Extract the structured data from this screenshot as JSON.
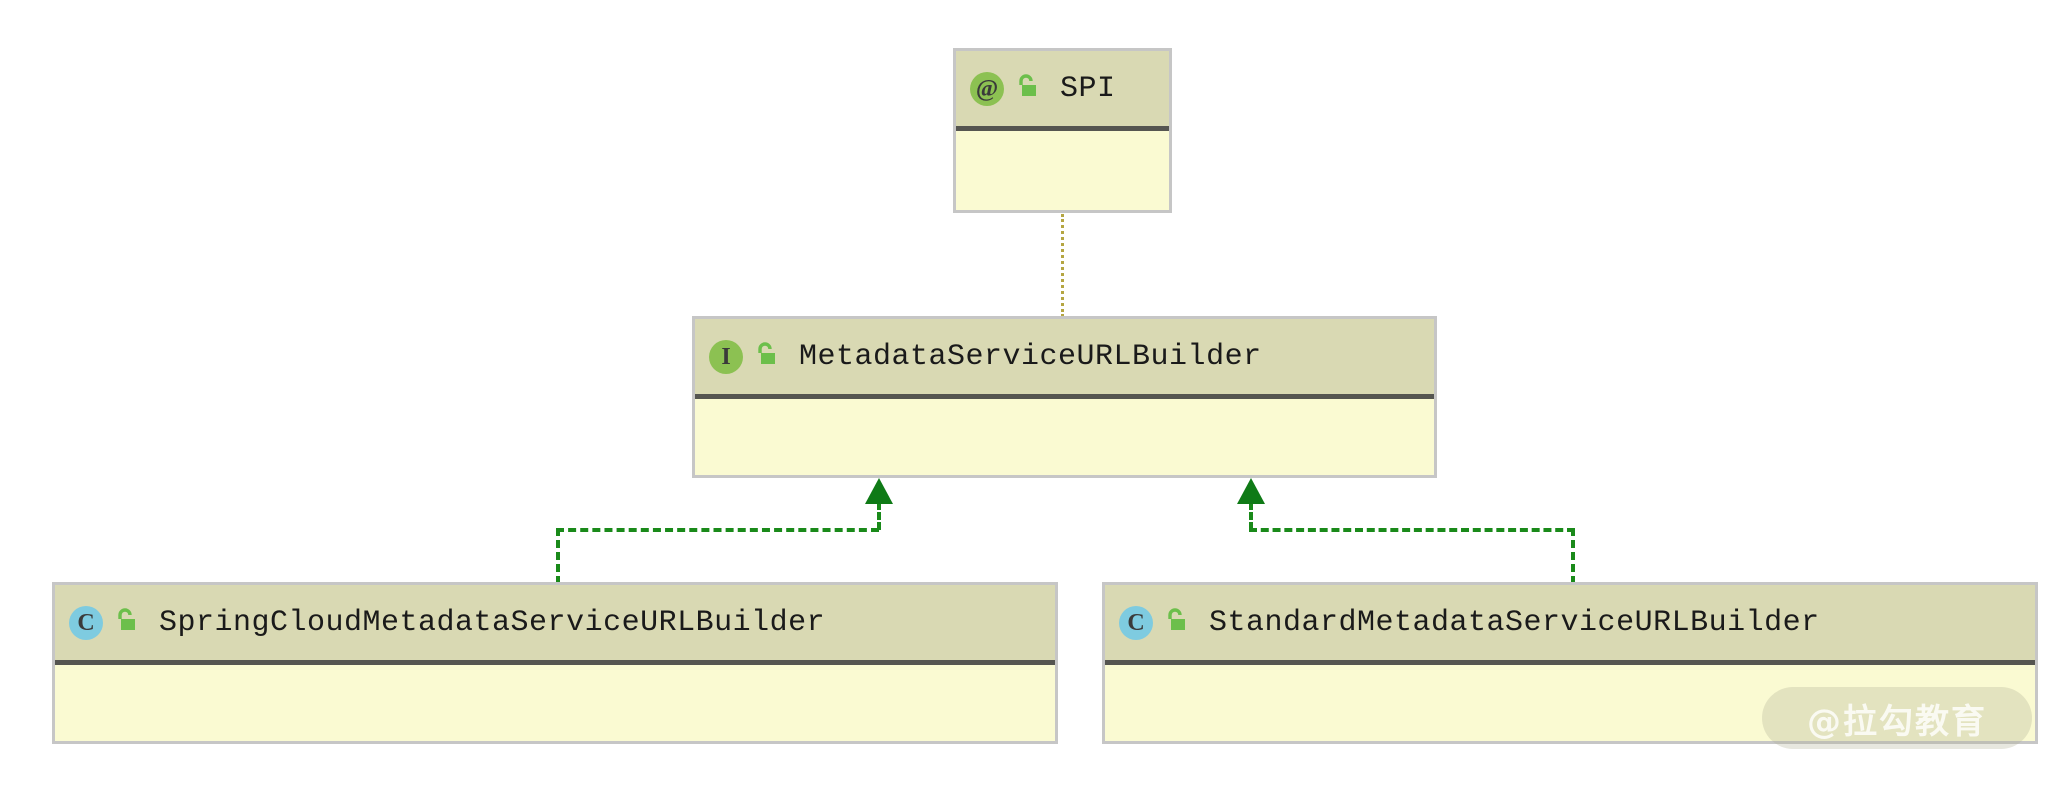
{
  "diagram": {
    "type": "uml-class-diagram",
    "background_color": "#ffffff",
    "palette": {
      "header_fill": "#d9d9b3",
      "body_fill": "#fafad2",
      "node_border": "#c6c6c6",
      "header_divider": "#555550",
      "annotation_icon_fill": "#8cc152",
      "interface_icon_fill": "#8cc152",
      "class_icon_fill": "#7ecbe0",
      "lock_icon_fill": "#6cbf4b",
      "realization_line": "#b5a642",
      "inheritance_line": "#1a8a1a",
      "arrow_fill": "#0f7a16",
      "title_text": "#1a1a1a"
    },
    "nodes": [
      {
        "id": "spi",
        "name": "SPI",
        "kind": "annotation",
        "kind_glyph": "@",
        "visibility": "public",
        "visibility_icon": "open-padlock-icon",
        "members": []
      },
      {
        "id": "metadata-service-url-builder",
        "name": "MetadataServiceURLBuilder",
        "kind": "interface",
        "kind_glyph": "I",
        "visibility": "public",
        "visibility_icon": "open-padlock-icon",
        "members": []
      },
      {
        "id": "spring-cloud-metadata-service-url-builder",
        "name": "SpringCloudMetadataServiceURLBuilder",
        "kind": "class",
        "kind_glyph": "C",
        "visibility": "public",
        "visibility_icon": "open-padlock-icon",
        "members": []
      },
      {
        "id": "standard-metadata-service-url-builder",
        "name": "StandardMetadataServiceURLBuilder",
        "kind": "class",
        "kind_glyph": "C",
        "visibility": "public",
        "visibility_icon": "open-padlock-icon",
        "members": []
      }
    ],
    "connectors": [
      {
        "id": "spi-annotates-interface",
        "from": "spi",
        "to": "metadata-service-url-builder",
        "style": "dotted",
        "color": "#b5a642",
        "arrowhead": "none"
      },
      {
        "id": "spring-cloud-implements-interface",
        "from": "spring-cloud-metadata-service-url-builder",
        "to": "metadata-service-url-builder",
        "style": "dashed",
        "color": "#1a8a1a",
        "arrowhead": "solid-triangle-up"
      },
      {
        "id": "standard-implements-interface",
        "from": "standard-metadata-service-url-builder",
        "to": "metadata-service-url-builder",
        "style": "dashed",
        "color": "#1a8a1a",
        "arrowhead": "solid-triangle-up"
      }
    ]
  },
  "watermark": {
    "text": "@拉勾教育"
  }
}
